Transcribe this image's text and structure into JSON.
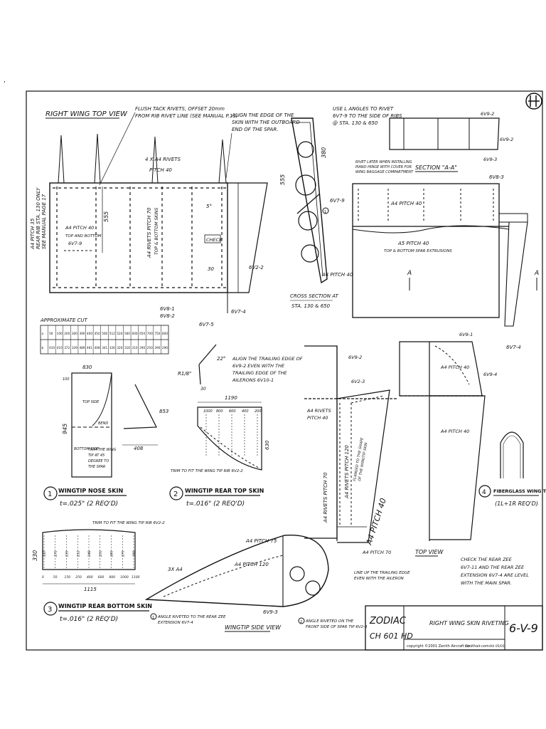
{
  "top_view": {
    "title": "RIGHT WING TOP VIEW",
    "note_flush": "FLUSH TACK RIVETS, OFFSET 20mm",
    "note_flush2": "FROM RIB RIVET LINE (SEE MANUAL P.11)",
    "note_align": "ALIGN THE EDGE OF THE",
    "note_align2": "SKIN WITH THE OUTBOARD",
    "note_align3": "END OF THE SPAR.",
    "rivets_4x": "4 X A4 RIVETS",
    "pitch40": "PITCH 40",
    "dim555": "555",
    "side_note1": "A4 PITCH 35",
    "side_note2": "REAR RIB STA. 130 ONLY",
    "side_note3": "SEE MANUAL PAGE 17",
    "a4pitch40": "A4 PITCH 40",
    "top_bottom": "TOP AND BOTTOM",
    "part_679": "6V7-9",
    "rivets_pitch70": "A4 RIVETS PITCH 70",
    "top_bottom_skins": "TOP & BOTTOM SKINS",
    "check": "CHECK",
    "ang30": "30",
    "ang5": "5°",
    "part_681": "6V8-1",
    "part_682": "6V8-2",
    "part_675": "6V7-5",
    "part_674": "6V7-4",
    "part_622": "6V2-2"
  },
  "cross_section": {
    "note1": "USE L ANGLES TO RIVET",
    "note2": "6V7-9 TO THE SIDE OF RIBS",
    "note3": "@ STA. 130 & 650",
    "dim380": "380",
    "dim555": "555",
    "part": "6V7-9",
    "a4pitch40": "A4 PITCH 40",
    "label1": "CROSS SECTION  AT",
    "label2": "STA. 130 & 650",
    "circle": "1"
  },
  "section_aa": {
    "title": "SECTION \"A-A\"",
    "p692": "6V9-2",
    "p693": "6V9-3",
    "p692b": "6V9-2",
    "rivet_note1": "RIVET LATER WHEN INSTALLING",
    "rivet_note2": "PIANO HINGE WITH COVER FOR",
    "rivet_note3": "WING BAGGAGE COMPARTMENT",
    "p683": "6V8-3",
    "a4pitch40": "A4 PITCH 40",
    "a5pitch40": "A5 PITCH 40",
    "extrusions": "TOP & BOTTOM SPAR EXTRUSIONS",
    "a_left": "A",
    "a_right": "A",
    "p674": "6V7-4"
  },
  "cut_table": {
    "title": "APPROXIMATE CUT",
    "row1": [
      "a",
      "50",
      "100",
      "200",
      "300",
      "390",
      "400",
      "450",
      "500",
      "512",
      "520",
      "560",
      "600",
      "650",
      "700",
      "750",
      "800"
    ],
    "row2": [
      "b",
      "610",
      "410",
      "372",
      "329",
      "489",
      "461",
      "408",
      "341",
      "326",
      "320",
      "316",
      "310",
      "290",
      "250",
      "290",
      "290"
    ]
  },
  "nose_skin": {
    "num": "1",
    "title": "WINGTIP NOSE SKIN",
    "sub": "t=.025\" (2 REQ'D)",
    "dim830": "830",
    "dim945": "945",
    "dim408": "408",
    "dim853": "853",
    "dim100": "100",
    "topside": "TOP SIDE",
    "bottomside": "BOTTOM SIDE",
    "bend": "BEND",
    "trim1": "TRIM THE WING",
    "trim2": "TIP AT 45",
    "trim3": "DEGREE TO",
    "trim4": "THE SPAR"
  },
  "rear_top": {
    "num": "2",
    "title": "WINGTIP REAR TOP SKIN",
    "sub": "t=.016\" (2 REQ'D)",
    "ang22": "22°",
    "r18": "R1/8\"",
    "dim30": "30",
    "note1": "ALIGN THE TRAILING EDGE OF",
    "note2": "6V9-2 EVEN WITH THE",
    "note3": "TRAILING EDGE OF THE",
    "note4": "AILERONS 6V10-1",
    "dim1190": "1190",
    "dims": [
      "1000",
      "800",
      "600",
      "400",
      "200"
    ],
    "dim630": "630",
    "trim": "TRIM TO FIT THE WING TIP RIB 6V2-2"
  },
  "rear_bottom": {
    "num": "3",
    "title": "WINGTIP REAR BOTTOM SKIN",
    "sub": "t=.016\" (2 REQ'D)",
    "trim": "TRIM TO FIT THE WING TIP RIB 6V2-2",
    "dim330": "330",
    "dim1115": "1115",
    "ticks": [
      "0",
      "50",
      "150",
      "250",
      "400",
      "600",
      "800",
      "1000",
      "1100"
    ],
    "vals": [
      "337",
      "275",
      "235",
      "212",
      "248",
      "250",
      "265",
      "275",
      "268"
    ]
  },
  "tip_top": {
    "p692": "6V9-2",
    "p623": "6V2-3",
    "a4rivets": "A4 RIVETS",
    "pitch40": "PITCH 40",
    "pitch120": "A4 RIVETS PITCH 120",
    "pitch70": "A4 RIVETS PITCH 70",
    "a4pitch40": "A4 PITCH 40",
    "a4pitch70": "A4 PITCH 70",
    "flange1": "FLANGED TO THE SHAPE",
    "flange2": "OF THE WINGTIP SKIN",
    "lineup1": "LINE UP THE TRAILING EDGE",
    "lineup2": "EVEN WITH THE AILERON",
    "topview": "TOP VIEW"
  },
  "aileron": {
    "p691": "6V9-1",
    "p694": "6V9-4",
    "a4pitch40a": "A4 PITCH 40",
    "a4pitch40b": "A4 PITCH 40",
    "p674": "6V7-4"
  },
  "fiberglass": {
    "num": "4",
    "title": "FIBERGLASS WING TIP",
    "sub": "(1L+1R REQ'D)"
  },
  "side_view": {
    "title": "WINGTIP SIDE VIEW",
    "a4pitch75": "A4 PITCH 75",
    "a4pitch120": "A4 PITCH 120",
    "x3a4": "3X A4",
    "p693": "6V9-3",
    "angle1": "ANGLE RIVETED TO THE REAR ZEE",
    "angle1b": "EXTENSION 6V7-4",
    "angle2": "ANGLE RIVETED ON THE",
    "angle2b": "FRONT SIDE OF SPAR TIP 6V2-3",
    "c1": "1",
    "c2": "2"
  },
  "check_note": {
    "l1": "CHECK THE REAR ZEE",
    "l2": "6V7-11 AND THE REAR ZEE",
    "l3": "EXTENSION 6V7-4 ARE LEVEL",
    "l4": "WITH THE MAIN SPAR."
  },
  "title_block": {
    "brand": "ZODIAC",
    "model": "CH 601 HD",
    "drawing_title": "RIGHT WING SKIN RIVETING",
    "number": "6-V-9",
    "copyright": "copyright ©2001 Zenith Aircraft Co.",
    "site": "zenithair.com",
    "rev": "4th 05/01"
  }
}
